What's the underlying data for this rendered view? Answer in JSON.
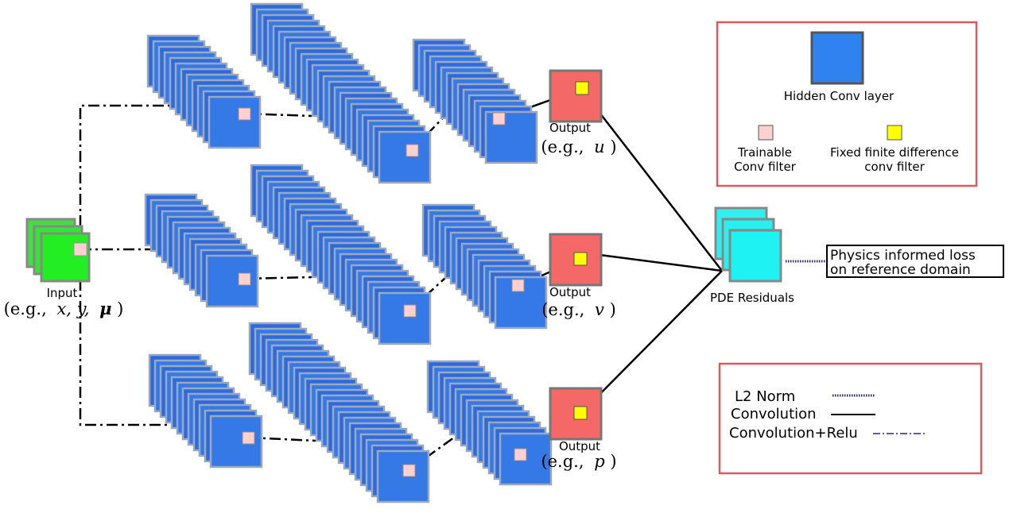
{
  "input": {
    "label": "Input",
    "eg_prefix": "(e.g.,",
    "vars": "x, y,",
    "mu": "μ",
    "close": ")"
  },
  "outputs": [
    {
      "label": "Output",
      "eg_prefix": "(e.g.,",
      "var": "u",
      "close": ")"
    },
    {
      "label": "Output",
      "eg_prefix": "(e.g.,",
      "var": "v",
      "close": ")"
    },
    {
      "label": "Output",
      "eg_prefix": "(e.g.,",
      "var": "p",
      "close": ")"
    }
  ],
  "residuals": {
    "label": "PDE Residuals"
  },
  "loss": {
    "line1": "Physics informed loss",
    "line2": "on reference domain"
  },
  "legend_top": {
    "hidden_layer": "Hidden Conv layer",
    "trainable_line1": "Trainable",
    "trainable_line2": "Conv filter",
    "fixed_line1": "Fixed finite difference",
    "fixed_line2": "conv filter"
  },
  "legend_bottom": {
    "l2": "L2 Norm",
    "conv": "Convolution",
    "conv_relu": "Convolution+Relu"
  },
  "colors": {
    "input_green": "#33ee33",
    "hidden_blue": "#2a7ae8",
    "output_red": "#f56868",
    "residual_cyan": "#22f0f0",
    "trainable_filter": "#ffd0d0",
    "fixed_filter": "#ffff00",
    "legend_border": "#dc5a5a",
    "dotted_line": "#2a2a7a"
  }
}
